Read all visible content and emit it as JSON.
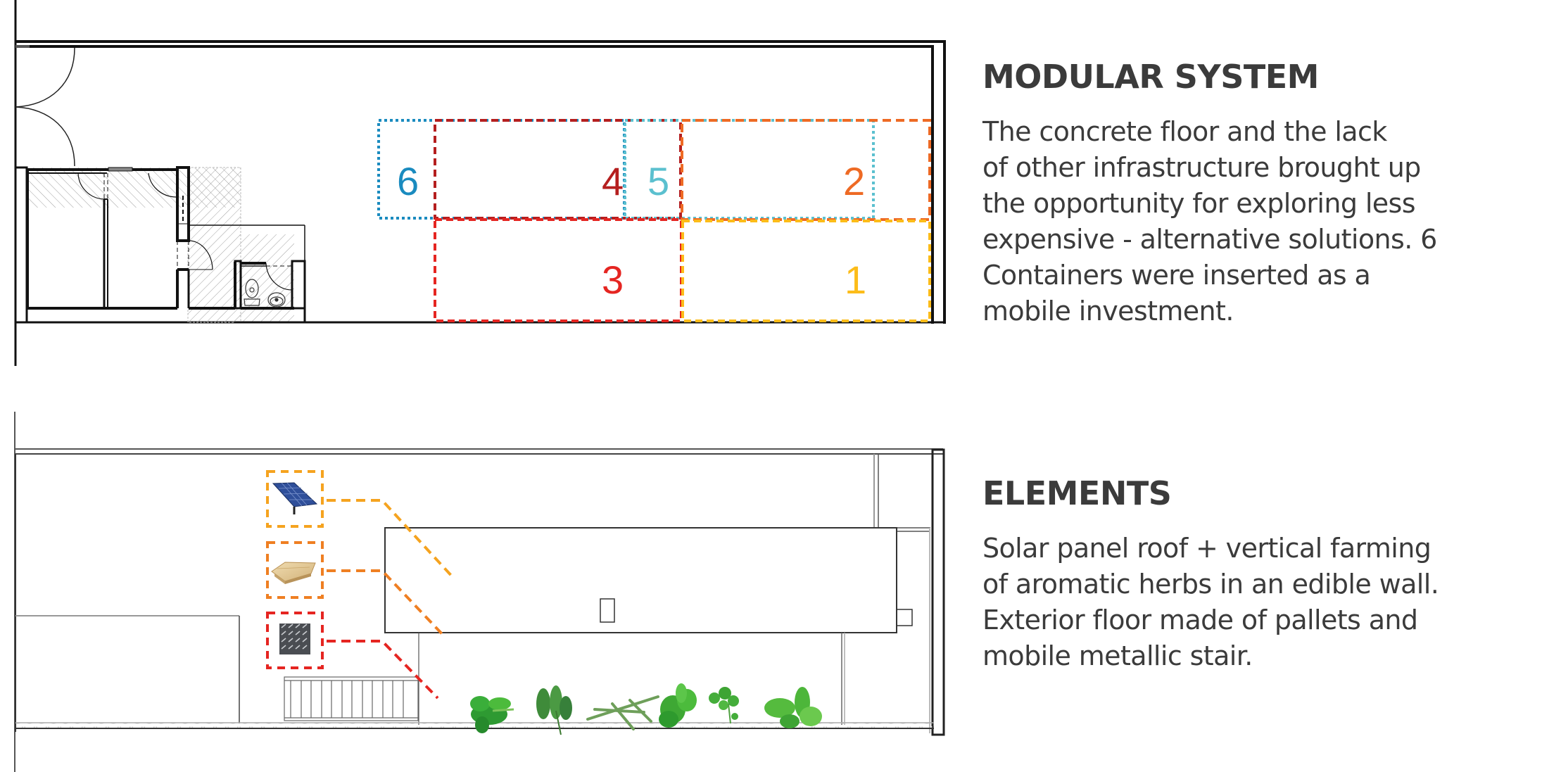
{
  "modular_system": {
    "heading": "MODULAR SYSTEM",
    "lines": [
      "The concrete floor and the lack",
      "of other infrastructure brought up",
      "the opportunity for exploring less",
      "expensive - alternative solutions. 6",
      "Containers were inserted as a",
      "mobile investment."
    ]
  },
  "elements": {
    "heading": "ELEMENTS",
    "lines": [
      "Solar panel roof + vertical farming",
      "of aromatic herbs in an edible wall.",
      "Exterior floor made of pallets and",
      "mobile metallic stair."
    ]
  },
  "floor_plan": {
    "containers": [
      {
        "label": "1",
        "color": "#fcbc19",
        "style": "dashed"
      },
      {
        "label": "2",
        "color": "#ee6a24",
        "style": "dashed"
      },
      {
        "label": "3",
        "color": "#e52521",
        "style": "dashed"
      },
      {
        "label": "4",
        "color": "#b51f1f",
        "style": "dashed"
      },
      {
        "label": "5",
        "color": "#5bc0cf",
        "style": "dotted"
      },
      {
        "label": "6",
        "color": "#1a8bbf",
        "style": "dotted"
      }
    ]
  },
  "elevation": {
    "callouts": [
      {
        "icon": "solar-panel-icon",
        "color": "#f5a31f"
      },
      {
        "icon": "wooden-pallet-icon",
        "color": "#ef7f22"
      },
      {
        "icon": "metal-plate-icon",
        "color": "#e52521"
      }
    ],
    "herbs": [
      "parsley",
      "arugula",
      "rosemary",
      "basil",
      "coriander",
      "mint"
    ]
  },
  "colors": {
    "text": "#3b3b3b",
    "wall": "#111111",
    "hatch": "#9a9a9a"
  }
}
